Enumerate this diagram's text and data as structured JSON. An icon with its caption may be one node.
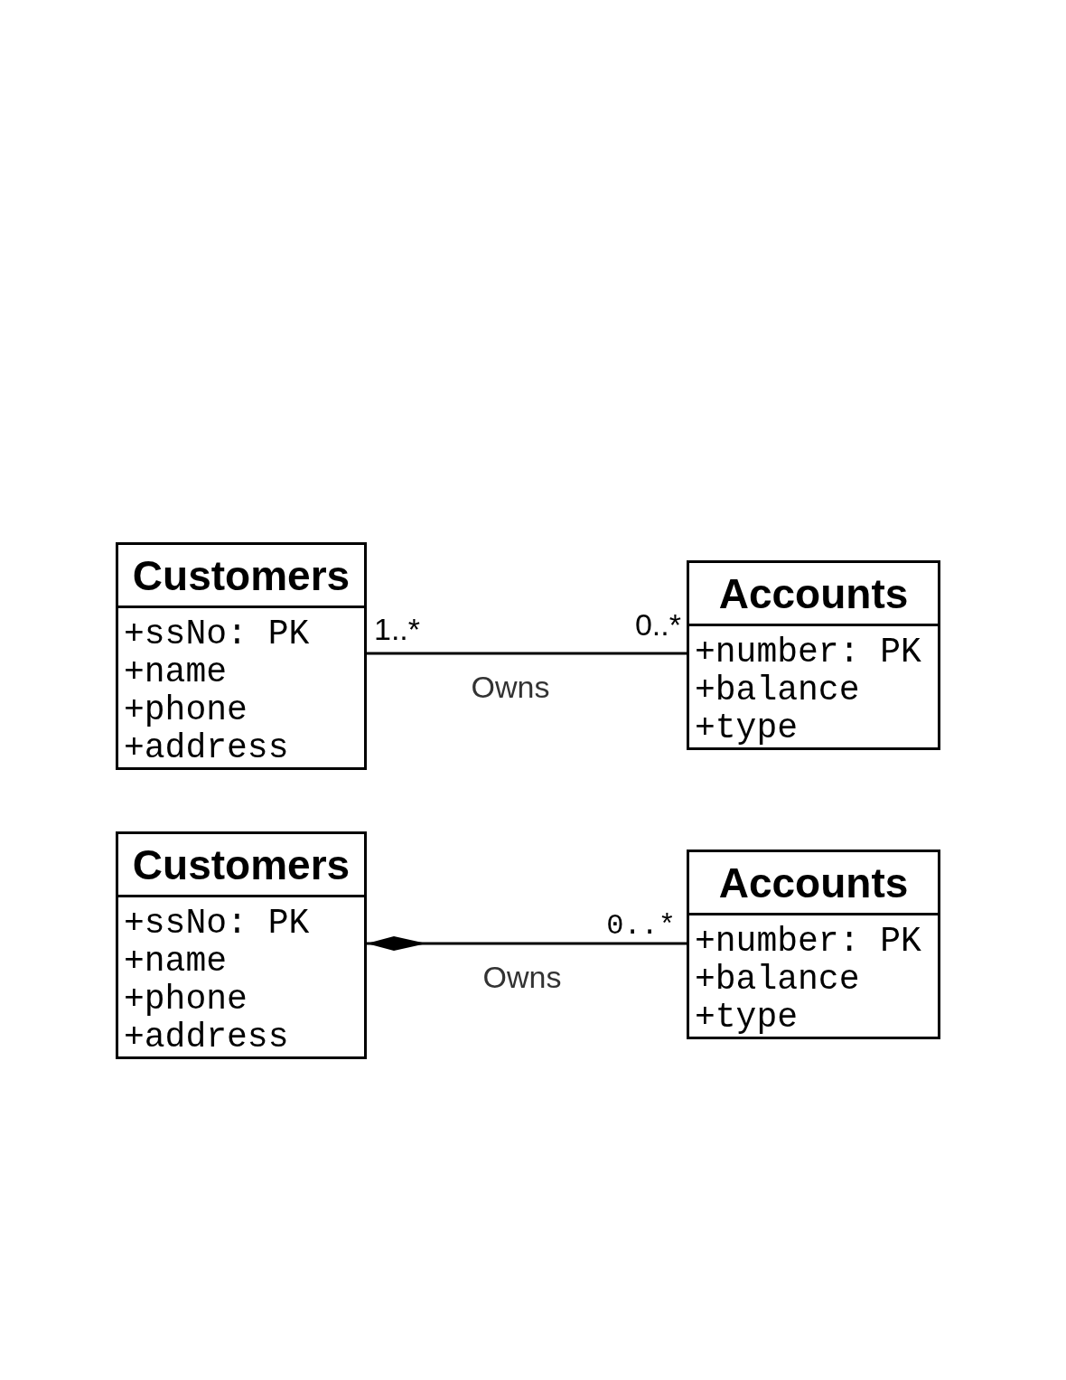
{
  "diagram": {
    "nodes": [
      {
        "text": [
          "Customers",
          "+ssNo: PK",
          "+name",
          "+phone",
          "+address"
        ]
      },
      {
        "text": [
          "Accounts",
          "+number: PK",
          "+balance",
          "+type"
        ]
      },
      {
        "text": [
          "Customers",
          "+ssNo: PK",
          "+name",
          "+phone",
          "+address"
        ]
      },
      {
        "text": [
          "Accounts",
          "+number: PK",
          "+balance",
          "+type"
        ]
      }
    ],
    "edges": [
      {
        "from": 0,
        "to": 1,
        "arrow": "none",
        "label": "Owns"
      },
      {
        "from": 2,
        "to": 3,
        "arrow": "other",
        "label": "Owns"
      }
    ],
    "labels": [
      "1..*",
      "0..*",
      "0..*"
    ]
  }
}
